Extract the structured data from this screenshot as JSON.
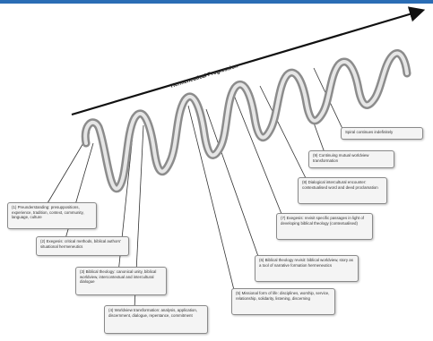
{
  "diagram": {
    "arrow_label": "Hermeneutical Progression",
    "steps": [
      {
        "id": "s1",
        "text": "(1)  Preunderstanding: presuppositions, experience, tradition, context, community, language, culture"
      },
      {
        "id": "s2",
        "text": "(2)  Exegesis: critical methods, biblical authors' situational hermeneutics"
      },
      {
        "id": "s3",
        "text": "(3)  Biblical theology: canonical unity, biblical worldview, intercontextual and intercultural dialogue"
      },
      {
        "id": "s4",
        "text": "(4)  Worldview transformation: analysis, application, discernment, dialogue, repentance, commitment"
      },
      {
        "id": "s5",
        "text": "(5)  Missional form of life: disciplines, worship, service, relationship, solidarity, listening, discerning"
      },
      {
        "id": "s6",
        "text": "(6)  Biblical theology revisit: biblical worldview, story as a tool of narrative formation hermeneutics"
      },
      {
        "id": "s7",
        "text": "(7)  Exegesis: revisit specific passages in light of developing biblical theology (contextualised)"
      },
      {
        "id": "s8",
        "text": "(8)  Dialogical intercultural encounter: contextualised word and deed proclamation"
      },
      {
        "id": "s9",
        "text": "(9)  Continuing mutual worldview transformation"
      },
      {
        "id": "s10",
        "text": "Spiral continues indefinitely"
      }
    ]
  }
}
